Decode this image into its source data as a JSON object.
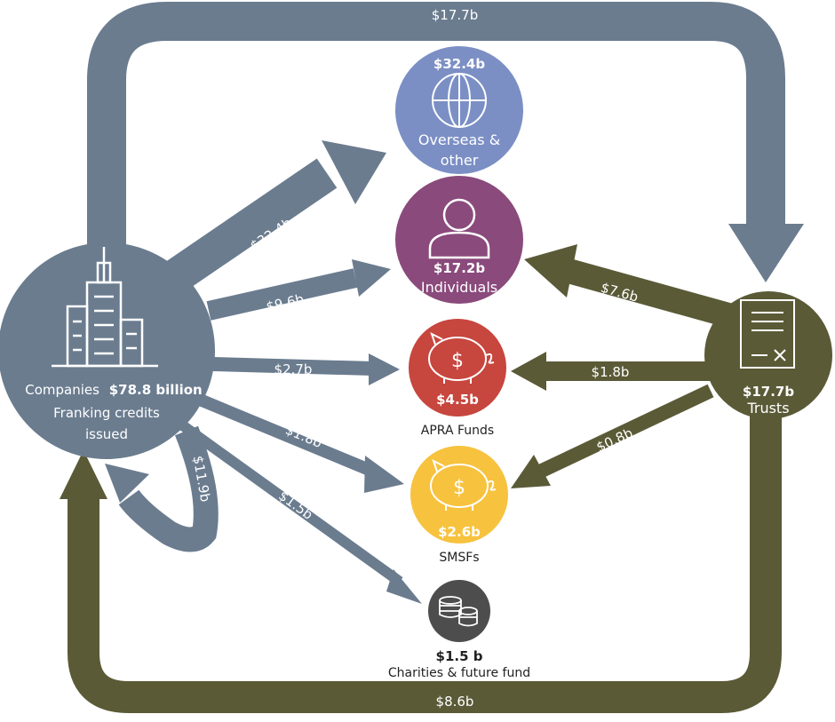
{
  "colors": {
    "companies": "#6b7c8f",
    "trusts": "#5b5a37",
    "overseas": "#7b8fc5",
    "individuals": "#8a4a7c",
    "apra": "#c7463e",
    "smsf": "#f7c23e",
    "charities": "#4d4d4d"
  },
  "companies": {
    "label": "Companies",
    "amount": "$78.8 billion",
    "line2": "Franking credits",
    "line3": "issued"
  },
  "trusts": {
    "amount": "$17.7b",
    "label": "Trusts"
  },
  "recipients": {
    "overseas": {
      "amount": "$32.4b",
      "line1": "Overseas &",
      "line2": "other",
      "icon": "globe-icon"
    },
    "individuals": {
      "amount": "$17.2b",
      "label": "Individuals",
      "icon": "person-icon"
    },
    "apra": {
      "amount": "$4.5b",
      "label": "APRA Funds",
      "icon": "piggy-bank-icon"
    },
    "smsf": {
      "amount": "$2.6b",
      "label": "SMSFs",
      "icon": "piggy-bank-icon"
    },
    "charities": {
      "amount": "$1.5 b",
      "label": "Charities & future fund",
      "icon": "coins-icon"
    }
  },
  "flows": {
    "companies_to_trusts": "$17.7b",
    "companies_to_overseas": "$32.4b",
    "companies_to_individuals": "$9.6b",
    "companies_to_apra": "$2.7b",
    "companies_to_smsf": "$1.8b",
    "companies_to_charities": "$1.5b",
    "companies_to_companies": "$11.9b",
    "trusts_to_individuals": "$7.6b",
    "trusts_to_apra": "$1.8b",
    "trusts_to_smsf": "$0.8b",
    "trusts_to_companies": "$8.6b"
  }
}
